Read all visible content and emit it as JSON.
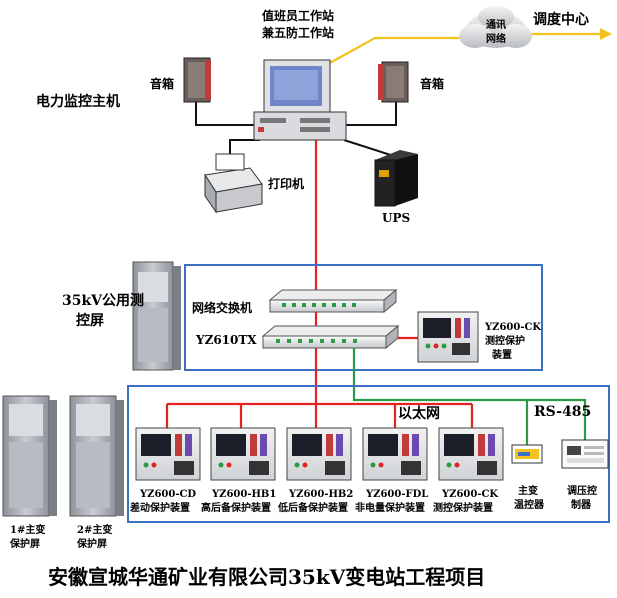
{
  "header": {
    "workstation_line1": "值班员工作站",
    "workstation_line2": "兼五防工作站",
    "network_cloud_line1": "通讯",
    "network_cloud_line2": "网络",
    "dispatch_center": "调度中心",
    "speaker_left": "音箱",
    "speaker_right": "音箱",
    "monitor_host": "电力监控主机",
    "printer": "打印机",
    "ups": "UPS"
  },
  "network_box": {
    "switch_label": "网络交换机",
    "yz610_label": "YZ610TX",
    "ck_device_line1": "YZ600-CK",
    "ck_device_line2": "测控保护",
    "ck_device_line3": "装置"
  },
  "public_screen": {
    "line1": "35kV公用测",
    "line2": "控屏"
  },
  "protection_screens": [
    {
      "line1": "1#主变",
      "line2": "保护屏"
    },
    {
      "line1": "2#主变",
      "line2": "保护屏"
    }
  ],
  "bus_labels": {
    "ethernet": "以太网",
    "rs485": "RS-485"
  },
  "devices": [
    {
      "model": "YZ600-CD",
      "desc": "差动保护装置"
    },
    {
      "model": "YZ600-HB1",
      "desc": "高后备保护装置"
    },
    {
      "model": "YZ600-HB2",
      "desc": "低后备保护装置"
    },
    {
      "model": "YZ600-FDL",
      "desc": "非电量保护装置"
    },
    {
      "model": "YZ600-CK",
      "desc": "测控保护装置"
    }
  ],
  "small_devices": [
    {
      "line1": "主变",
      "line2": "温控器"
    },
    {
      "line1": "调压控",
      "line2": "制器"
    }
  ],
  "title": "安徽宣城华通矿业有限公司35kV变电站工程项目",
  "colors": {
    "box_border": "#3a6fc4",
    "ethernet_red": "#e52222",
    "rs485_green": "#2a9a45",
    "workstation_link_yellow": "#f2c21d",
    "cabinet_gray": "#a9adb4"
  }
}
